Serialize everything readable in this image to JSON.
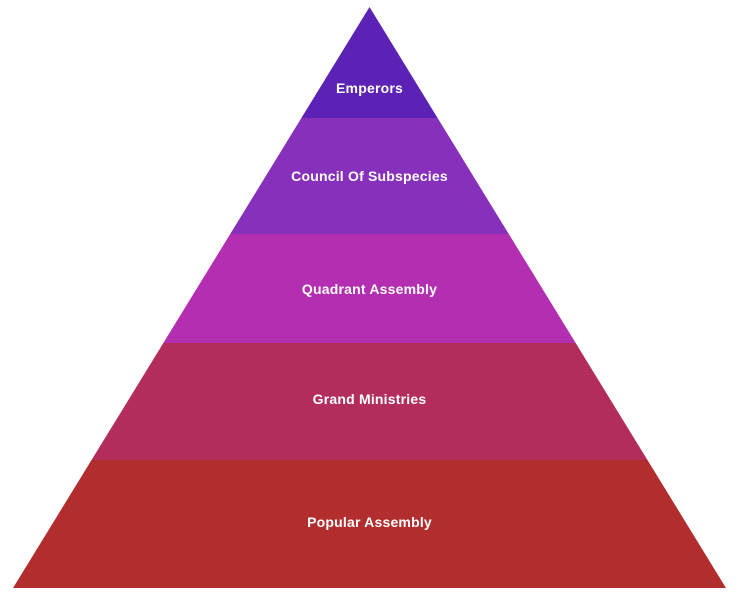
{
  "chart_data": {
    "type": "pyramid",
    "title": "",
    "orientation": "apex-top",
    "legend": "none",
    "grid": false,
    "background_color": "#ffffff",
    "label_color": "#ffffff",
    "categories": [
      "Emperors",
      "Council Of Subspecies",
      "Quadrant Assembly",
      "Grand Ministries",
      "Popular Assembly"
    ],
    "levels": [
      {
        "label": "Emperors",
        "color": "#5c21b5"
      },
      {
        "label": "Council Of Subspecies",
        "color": "#8630bc"
      },
      {
        "label": "Quadrant Assembly",
        "color": "#b32eb0"
      },
      {
        "label": "Grand Ministries",
        "color": "#b32d5c"
      },
      {
        "label": "Popular Assembly",
        "color": "#b22d2d"
      }
    ]
  }
}
